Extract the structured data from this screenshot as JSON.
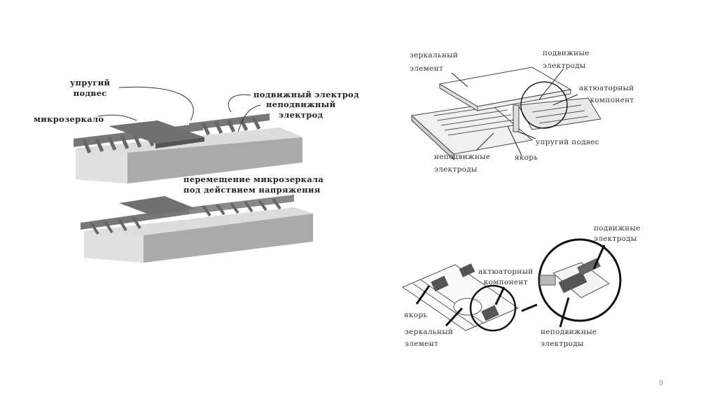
{
  "slide": {
    "page_number": "9"
  },
  "left_diagram": {
    "label_spring": [
      "упругий",
      "подвес"
    ],
    "label_micromirror": "микрозеркало",
    "label_moving_electrode": "подвижный электрод",
    "label_fixed_electrode": [
      "неподвижный",
      "электрод"
    ],
    "caption_displacement": [
      "перемещение микрозеркала",
      "под действием напряжения"
    ]
  },
  "top_right_diagram": {
    "label_mirror_element": [
      "зеркальный",
      "элемент"
    ],
    "label_moving_electrodes": [
      "подвижные",
      "электроды"
    ],
    "label_actuator": [
      "актюаторный",
      "компонент"
    ],
    "label_spring": "упругий подвес",
    "label_fixed_electrodes": [
      "неподвижные",
      "электроды"
    ],
    "label_anchor": "якорь"
  },
  "bottom_right_diagram": {
    "label_moving_electrodes": [
      "подвижные",
      "электроды"
    ],
    "label_actuator": [
      "актюаторный",
      "компонент"
    ],
    "label_anchor": "якорь",
    "label_mirror_element": [
      "зеркальный",
      "элемент"
    ],
    "label_fixed_electrodes": [
      "неподвижные",
      "электроды"
    ]
  }
}
